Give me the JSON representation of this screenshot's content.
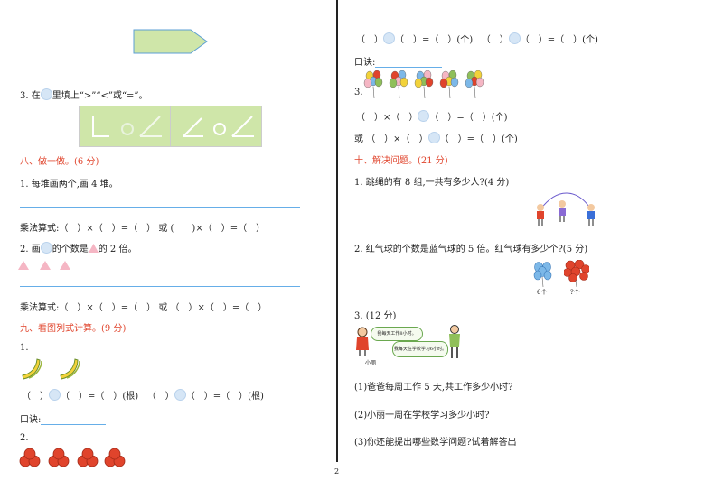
{
  "left": {
    "q3": {
      "prefix": "3. 在",
      "suffix": "里填上“>”“<”或“=”。"
    },
    "s8": {
      "title": "八、做一做。(6 分)",
      "q1": "1. 每堆画两个,画 4 堆。",
      "f1a": "乘法算式:（　）×（　）=（　）",
      "or1": "或",
      "f1b": "(　　)×（　）=（　）",
      "q2_prefix": "2. 画",
      "q2_mid": "的个数是",
      "q2_suffix": "的 2 倍。",
      "f2a": "乘法算式:（　）×（　）=（　）",
      "or2": "或",
      "f2b": "（　）×（　）=（　）"
    },
    "s9": {
      "title": "九、看图列式计算。(9 分)",
      "q1": "1.",
      "f1a": "（　）",
      "f1b": "（　）=（　）(根)",
      "f1c": "（　）",
      "f1d": "（　）=（　）(根)",
      "koujue": "口诀:",
      "q2": "2."
    }
  },
  "right": {
    "top_a": "（　）",
    "top_b": "（　）=（　）(个)",
    "top_c": "（　）",
    "top_d": "（　）=（　）(个)",
    "koujue": "口诀:",
    "q3": "3.",
    "f3a": "（　）×（　）",
    "f3b": "（　）=（　）(个)",
    "or": "或",
    "f3c": "（　）×（　）",
    "f3d": "（　）=（　）(个)",
    "s10": {
      "title": "十、解决问题。(21 分)",
      "q1": "1. 跳绳的有 8 组,一共有多少人?(4 分)",
      "q2": "2. 红气球的个数是蓝气球的 5 倍。红气球有多少个?(5 分)",
      "balloon_blue_label": "6个",
      "balloon_red_label": "?个",
      "q3": "3. (12 分)",
      "bubble1": "我每天工作8小时。",
      "bubble2": "我每天在学校学习6小时。",
      "girl_name": "小丽",
      "sub1": "(1)爸爸每周工作 5 天,共工作多少小时?",
      "sub2": "(2)小丽一周在学校学习多少小时?",
      "sub3": "(3)你还能提出哪些数学问题?试着解答出"
    }
  },
  "page_number": "2"
}
